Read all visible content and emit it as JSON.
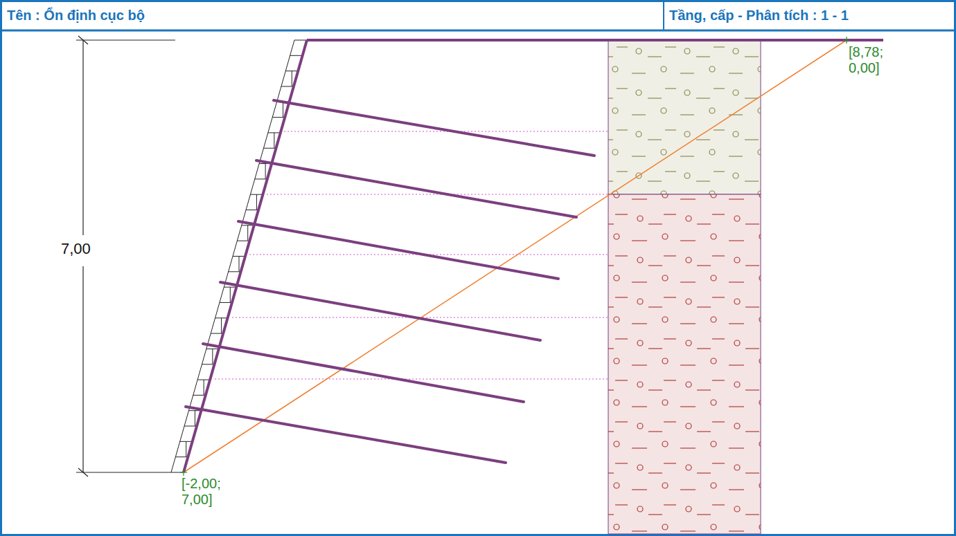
{
  "diagram": {
    "title": "Tên : Ổn định cục bộ",
    "labels": [
      "Tầng, cấp - Phân tích : 1 - 1",
      "7,00",
      "[8,78; 0,00]",
      "[-2,00; 7,00]"
    ]
  }
}
